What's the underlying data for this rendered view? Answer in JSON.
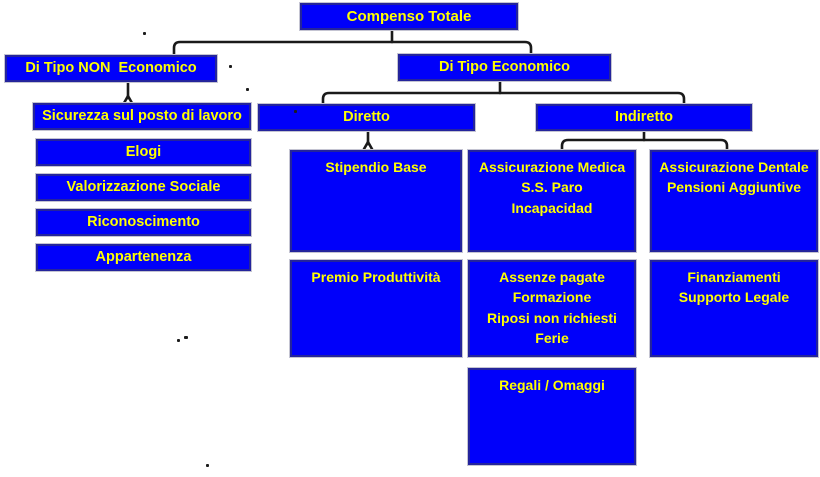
{
  "diagram_title": "Compenso Totale",
  "colors": {
    "box_fill": "#0000FA",
    "box_border": "#24249C",
    "text": "#FFFF00",
    "connector": "#1A1A1A",
    "background": "#FFFFFF"
  },
  "boxes": {
    "root": "Compenso Totale",
    "non_economico": "Di Tipo NON  Economico",
    "economico": "Di Tipo Economico",
    "sicurezza": "Sicurezza sul posto di lavoro",
    "elogi": "Elogi",
    "valorizzazione": "Valorizzazione Sociale",
    "riconoscimento": "Riconoscimento",
    "appartenenza": "Appartenenza",
    "diretto": "Diretto",
    "indiretto": "Indiretto",
    "stipendio": "Stipendio Base",
    "premio": "Premio Produttività",
    "medica": "Assicurazione Medica\nS.S. Paro\nIncapacidad",
    "assenze": "Assenze pagate\nFormazione\nRiposi non richiesti\nFerie",
    "regali": "Regali / Omaggi",
    "dentale": "Assicurazione Dentale\nPensioni Aggiuntive",
    "finanziamenti": "Finanziamenti\nSupporto Legale"
  },
  "hierarchy": {
    "root": "Compenso Totale",
    "children": [
      {
        "label": "Di Tipo NON  Economico",
        "children": [
          "Sicurezza sul posto di lavoro",
          "Elogi",
          "Valorizzazione Sociale",
          "Riconoscimento",
          "Appartenenza"
        ]
      },
      {
        "label": "Di Tipo Economico",
        "children": [
          {
            "label": "Diretto",
            "children": [
              "Stipendio Base",
              "Premio Produttività"
            ]
          },
          {
            "label": "Indiretto",
            "children": [
              "Assicurazione Medica / S.S. Paro / Incapacidad",
              "Assenze pagate / Formazione / Riposi non richiesti / Ferie",
              "Regali / Omaggi",
              "Assicurazione Dentale / Pensioni Aggiuntive",
              "Finanziamenti / Supporto Legale"
            ]
          }
        ]
      }
    ]
  }
}
